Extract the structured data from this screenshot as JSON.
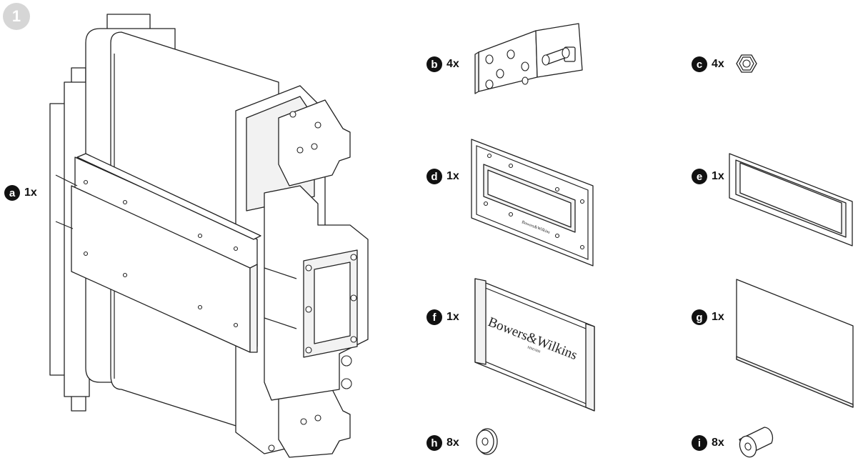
{
  "step_number": "1",
  "brand_text": "Bowers&Wilkins",
  "brand_subtext": "MM1000",
  "parts": [
    {
      "letter": "a",
      "quantity": "1x"
    },
    {
      "letter": "b",
      "quantity": "4x"
    },
    {
      "letter": "c",
      "quantity": "4x"
    },
    {
      "letter": "d",
      "quantity": "1x"
    },
    {
      "letter": "e",
      "quantity": "1x"
    },
    {
      "letter": "f",
      "quantity": "1x"
    },
    {
      "letter": "g",
      "quantity": "1x"
    },
    {
      "letter": "h",
      "quantity": "8x"
    },
    {
      "letter": "i",
      "quantity": "8x"
    }
  ]
}
